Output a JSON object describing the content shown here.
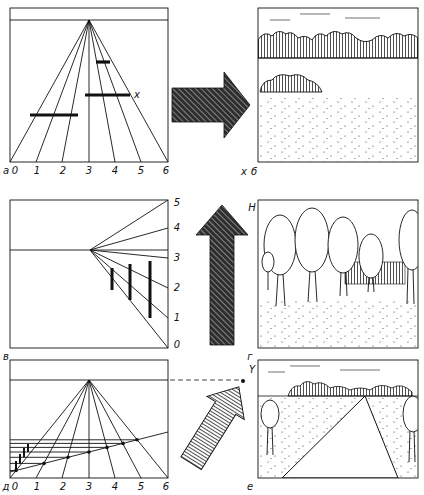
{
  "diagram": {
    "labels": [
      "а",
      "0",
      "1",
      "2",
      "3",
      "4",
      "5",
      "6",
      "x",
      "x",
      "б",
      "в",
      "5",
      "4",
      "3",
      "2",
      "1",
      "0",
      "H",
      "г",
      "д",
      "0",
      "1",
      "2",
      "3",
      "4",
      "5",
      "6",
      "Y",
      "е"
    ]
  }
}
